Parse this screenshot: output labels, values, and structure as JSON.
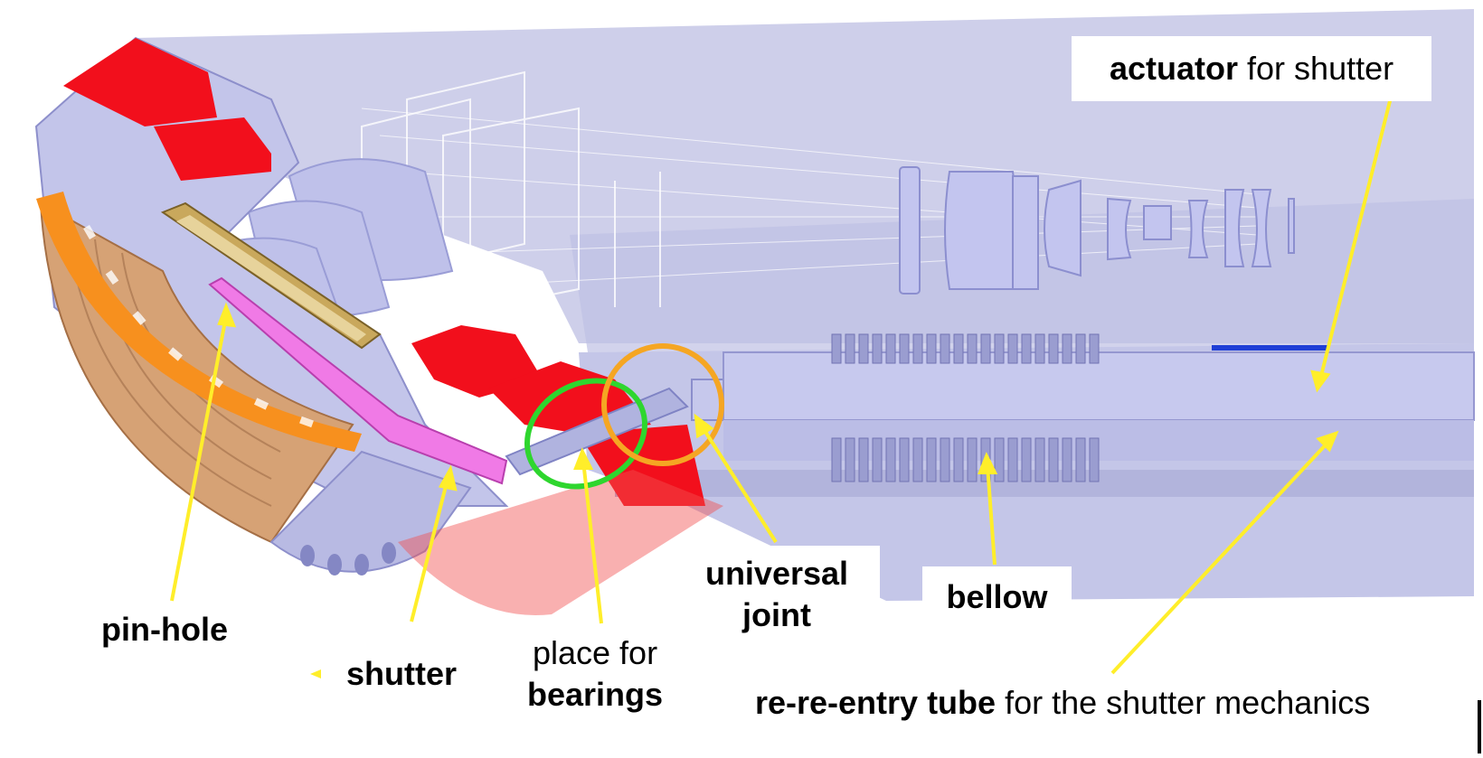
{
  "labels": {
    "actuator": {
      "bold": "actuator",
      "rest": " for shutter"
    },
    "pin_hole": "pin-hole",
    "shutter": "shutter",
    "bearings": {
      "line1": "place for",
      "line2": "bearings"
    },
    "universal_joint": {
      "line1": "universal",
      "line2": "joint"
    },
    "bellow": "bellow",
    "tube": {
      "bold": "re-re-entry tube",
      "rest": " for the shutter mechanics"
    }
  },
  "colors": {
    "housing": "#c7c8ea",
    "housing_dark": "#a9abd6",
    "red_parts": "#f20f1c",
    "orange_ring": "#f7901e",
    "copper_mirror": "#d9a06e",
    "pink_shutter": "#f07ae6",
    "arrow": "#ffee2a",
    "green_circle": "#2ed62e",
    "orange_circle": "#f5a623",
    "blue_strip": "#1f3fd6"
  }
}
